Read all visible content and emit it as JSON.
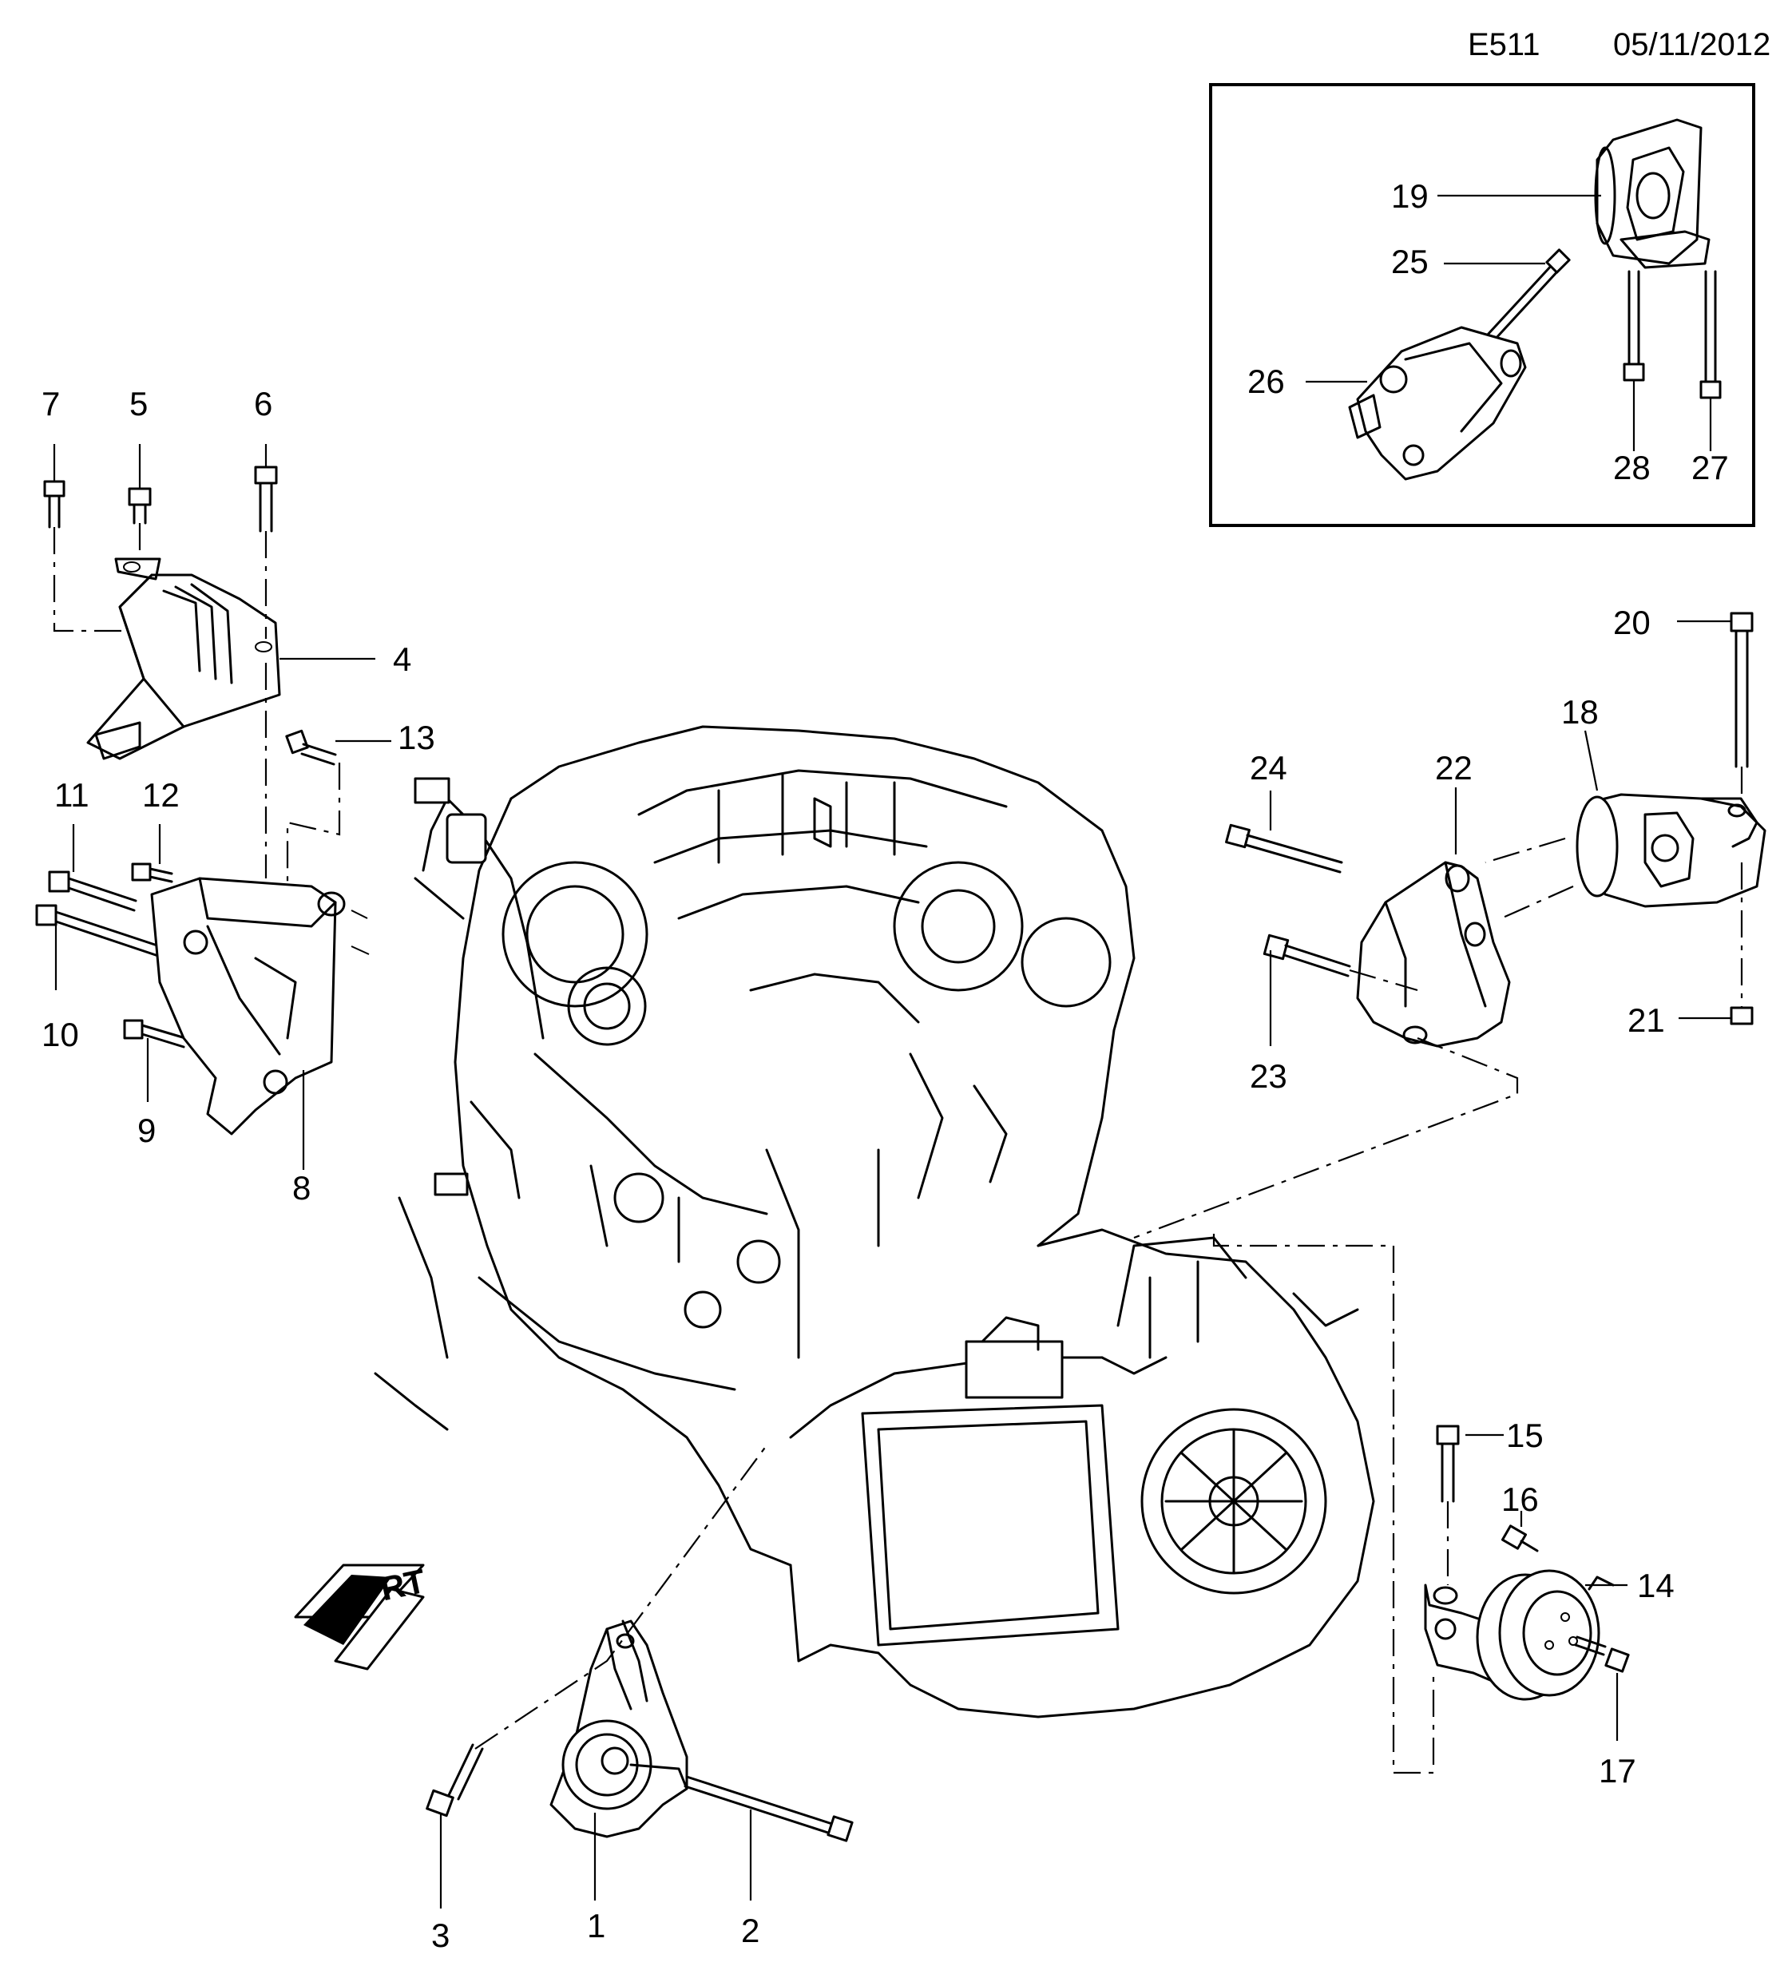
{
  "header": {
    "code": "E511",
    "date": "05/11/2012"
  },
  "orientation_label": "FRT",
  "callouts": [
    "1",
    "2",
    "3",
    "4",
    "5",
    "6",
    "7",
    "8",
    "9",
    "10",
    "11",
    "12",
    "13",
    "14",
    "15",
    "16",
    "17",
    "18",
    "19",
    "20",
    "21",
    "22",
    "23",
    "24",
    "25",
    "26",
    "27",
    "28"
  ]
}
